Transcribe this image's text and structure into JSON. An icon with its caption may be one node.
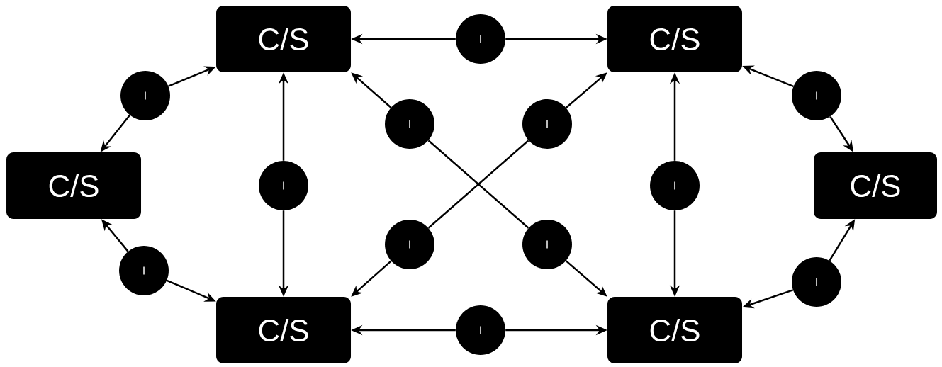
{
  "diagram": {
    "nodes": [
      {
        "text": [
          "C/S"
        ]
      },
      {
        "text": [
          "I"
        ]
      },
      {
        "text": [
          "C/S"
        ]
      },
      {
        "text": [
          "I"
        ]
      },
      {
        "text": [
          "I"
        ]
      },
      {
        "text": [
          "I"
        ]
      },
      {
        "text": [
          "I"
        ]
      },
      {
        "text": [
          "C/S"
        ]
      },
      {
        "text": [
          "I"
        ]
      },
      {
        "text": [
          "I"
        ]
      },
      {
        "text": [
          "C/S"
        ]
      },
      {
        "text": [
          "I"
        ]
      },
      {
        "text": [
          "I"
        ]
      },
      {
        "text": [
          "I"
        ]
      },
      {
        "text": [
          "I"
        ]
      },
      {
        "text": [
          "C/S"
        ]
      },
      {
        "text": [
          "I"
        ]
      },
      {
        "text": [
          "C/S"
        ]
      }
    ],
    "edges": [
      {
        "from": 1,
        "to": 0,
        "arrow": "to"
      },
      {
        "from": 1,
        "to": 2,
        "arrow": "to"
      },
      {
        "from": 3,
        "to": 0,
        "arrow": "to"
      },
      {
        "from": 3,
        "to": 7,
        "arrow": "to"
      },
      {
        "from": 4,
        "to": 2,
        "arrow": "to"
      },
      {
        "from": 4,
        "to": 10,
        "arrow": "to"
      },
      {
        "from": 5,
        "to": 0,
        "arrow": "to"
      },
      {
        "from": 5,
        "to": 12,
        "arrow": "none"
      },
      {
        "from": 12,
        "to": 17,
        "arrow": "to"
      },
      {
        "from": 6,
        "to": 2,
        "arrow": "to"
      },
      {
        "from": 6,
        "to": 11,
        "arrow": "none"
      },
      {
        "from": 11,
        "to": 15,
        "arrow": "to"
      },
      {
        "from": 8,
        "to": 0,
        "arrow": "to"
      },
      {
        "from": 8,
        "to": 15,
        "arrow": "to"
      },
      {
        "from": 9,
        "to": 2,
        "arrow": "to"
      },
      {
        "from": 9,
        "to": 17,
        "arrow": "to"
      },
      {
        "from": 13,
        "to": 7,
        "arrow": "to"
      },
      {
        "from": 13,
        "to": 15,
        "arrow": "to"
      },
      {
        "from": 14,
        "to": 10,
        "arrow": "to"
      },
      {
        "from": 14,
        "to": 17,
        "arrow": "to"
      },
      {
        "from": 16,
        "to": 15,
        "arrow": "to"
      },
      {
        "from": 16,
        "to": 17,
        "arrow": "to"
      }
    ]
  }
}
